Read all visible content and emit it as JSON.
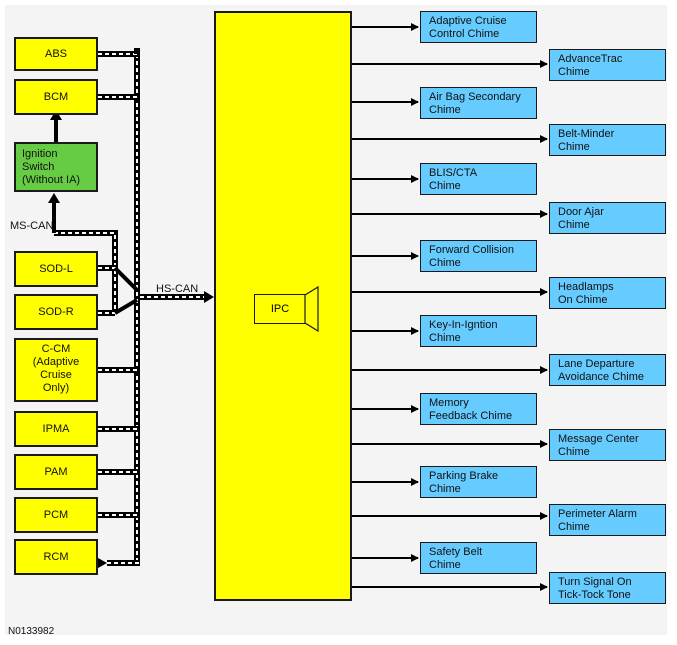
{
  "modules": {
    "abs": "ABS",
    "bcm": "BCM",
    "ignition": "Ignition\nSwitch\n(Without IA)",
    "sod_l": "SOD-L",
    "sod_r": "SOD-R",
    "ccm": "C-CM\n(Adaptive\nCruise\nOnly)",
    "ipma": "IPMA",
    "pam": "PAM",
    "pcm": "PCM",
    "rcm": "RCM",
    "ipc": "IPC"
  },
  "networks": {
    "ms_can": "MS-CAN",
    "hs_can": "HS-CAN"
  },
  "chimes": [
    "Adaptive Cruise\nControl Chime",
    "AdvanceTrac\nChime",
    "Air Bag Secondary\nChime",
    "Belt-Minder\nChime",
    "BLIS/CTA\nChime",
    "Door Ajar\nChime",
    "Forward Collision\nChime",
    "Headlamps\nOn Chime",
    "Key-In-Igntion\nChime",
    "Lane Departure\nAvoidance Chime",
    "Memory\nFeedback Chime",
    "Message Center\nChime",
    "Parking Brake\nChime",
    "Perimeter Alarm\nChime",
    "Safety Belt\nChime",
    "Turn Signal On\nTick-Tock Tone"
  ],
  "figure_id": "N0133982",
  "colors": {
    "module_fill": "#ffff00",
    "ignition_fill": "#66cc44",
    "chime_fill": "#66ccff",
    "line": "#000000"
  }
}
